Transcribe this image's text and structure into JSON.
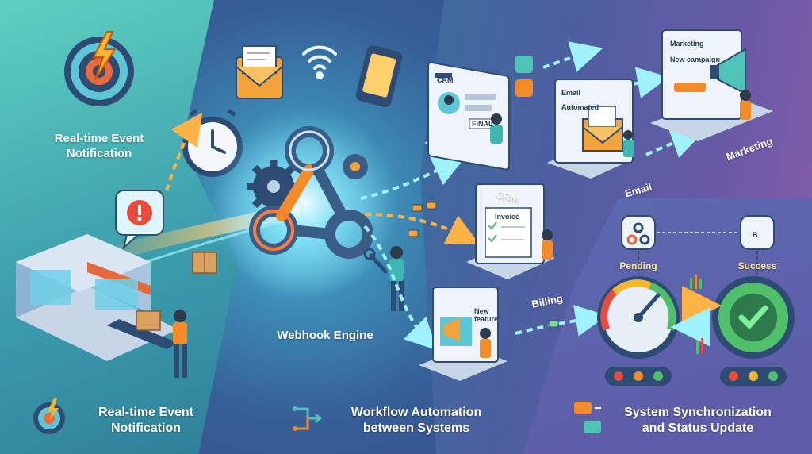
{
  "labels": {
    "realtime_top": "Real-time Event\nNotification",
    "webhook_engine": "Webhook Engine",
    "crm": "CRM",
    "email": "Email",
    "marketing": "Marketing",
    "billing": "Billing",
    "pending": "Pending",
    "success": "Success"
  },
  "cards": {
    "crm_title": "CRM",
    "crm_field": "FINAL",
    "email_title": "Email",
    "email_sub": "Automated",
    "marketing_title": "Marketing",
    "marketing_sub": "New campaign",
    "invoice": "Invoice",
    "new_badge": "New\nfeature",
    "b_badge": "B"
  },
  "bottom": {
    "realtime": "Real-time Event\nNotification",
    "workflow": "Workflow Automation\nbetween Systems",
    "sync": "System Synchronization\nand Status Update"
  },
  "colors": {
    "accent_orange": "#f28c28",
    "teal": "#4fc3b8",
    "green": "#4fbf6a",
    "red": "#e74c3c",
    "navy": "#243a56"
  },
  "icons": [
    "target-lightning-icon",
    "clock-icon",
    "envelope-icon",
    "wifi-icon",
    "phone-icon",
    "webhook-icon",
    "gear-icon",
    "alert-icon",
    "package-icon",
    "store-icon",
    "wrench-icon",
    "megaphone-icon",
    "gauge-icon",
    "check-icon",
    "workflow-icon",
    "ab-sync-icon"
  ]
}
